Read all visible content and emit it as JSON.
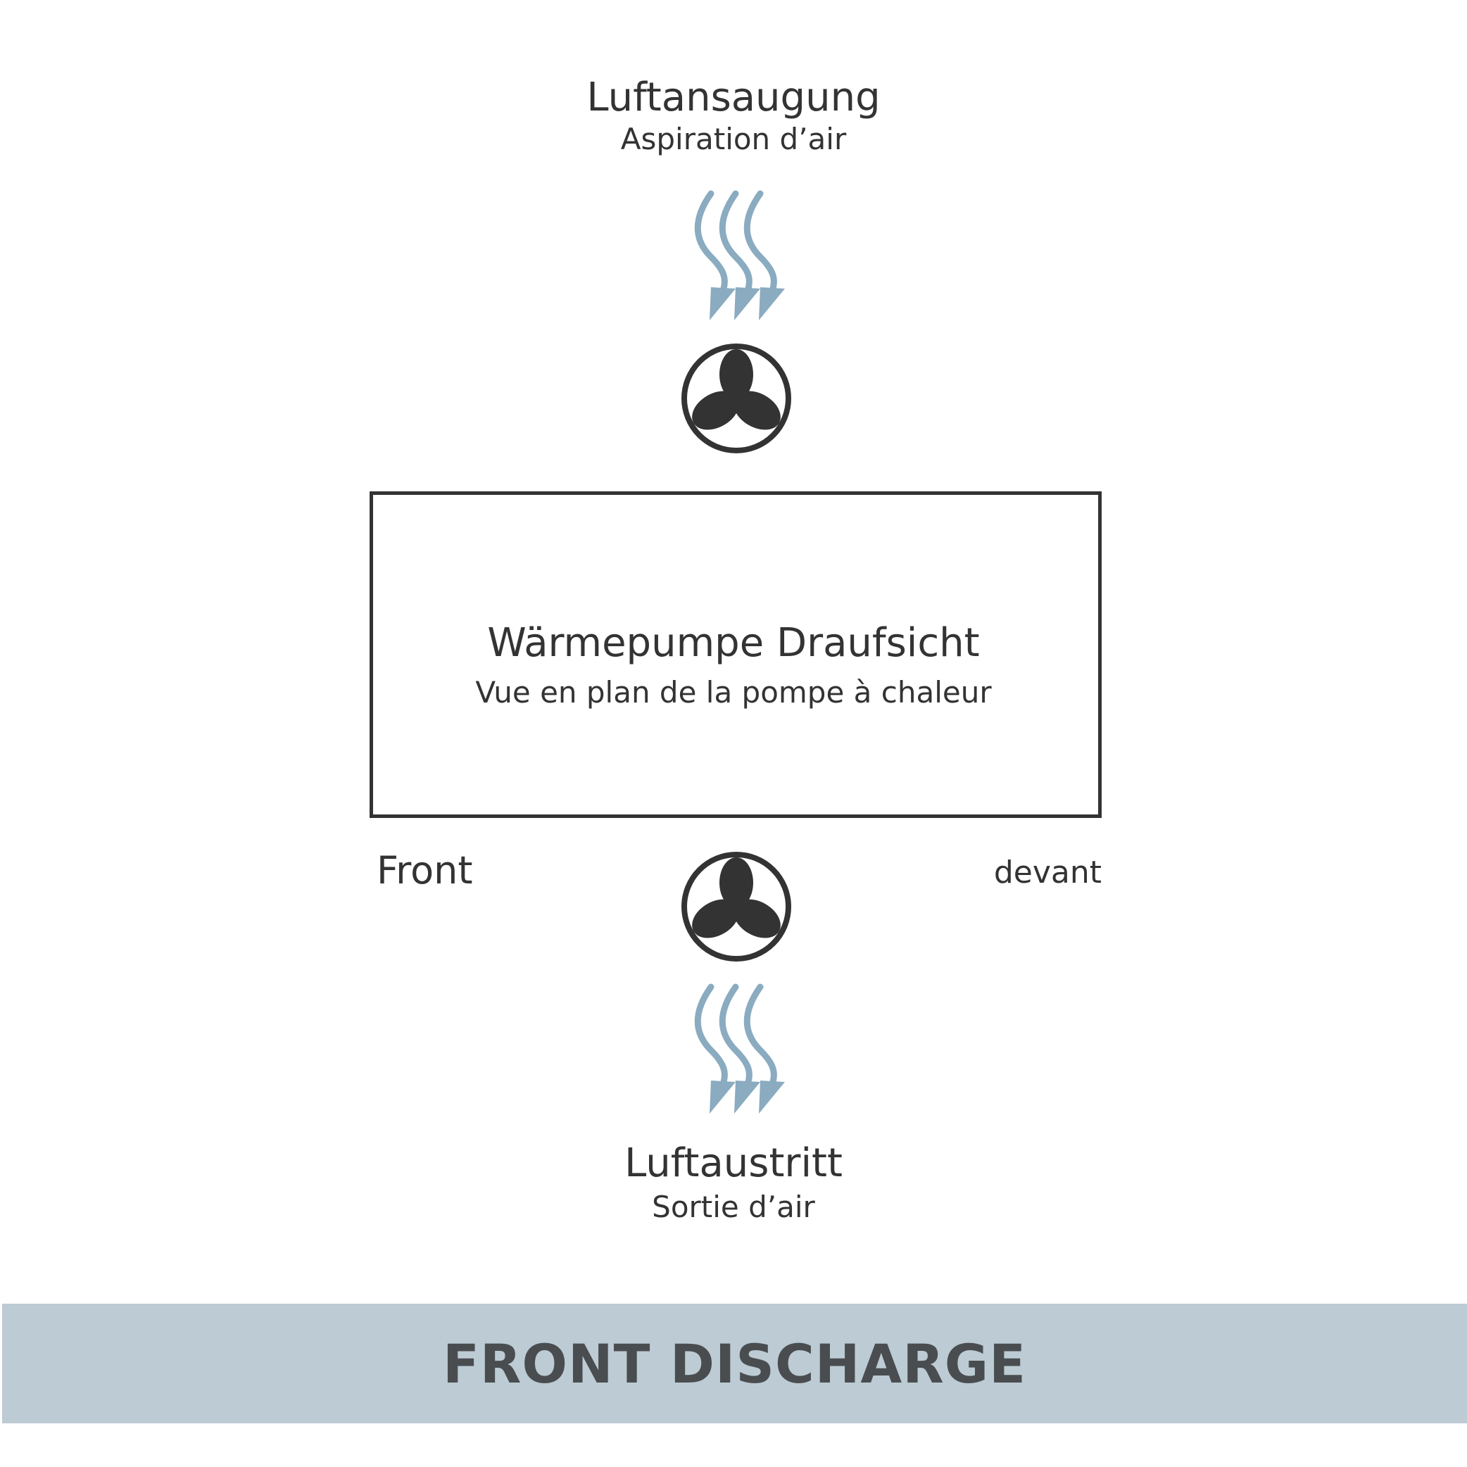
{
  "intake": {
    "title": "Luftansaugung",
    "subtitle": "Aspiration d’air",
    "icon": "wavy-arrows-down-icon"
  },
  "outlet": {
    "title": "Luftaustritt",
    "subtitle": "Sortie d’air",
    "icon": "wavy-arrows-down-icon"
  },
  "unit": {
    "title": "Wärmepumpe Draufsicht",
    "subtitle": "Vue en plan de la pompe à chaleur"
  },
  "labels": {
    "front": "Front",
    "devant": "devant"
  },
  "fans": {
    "icon": "fan-icon"
  },
  "banner": {
    "text": "FRONT DISCHARGE"
  },
  "colors": {
    "arrow": "#8aabc0",
    "stroke": "#333333",
    "banner_bg": "#bccbd4",
    "banner_text": "#4a4d50"
  }
}
